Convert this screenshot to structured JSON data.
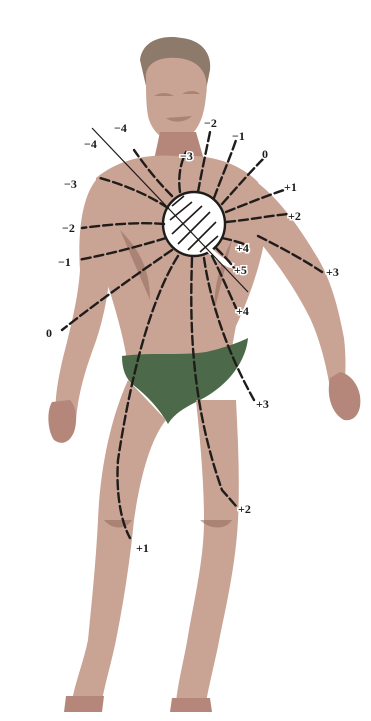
{
  "figure": {
    "labels": {
      "n4a": "−4",
      "n4b": "−4",
      "n2top": "−2",
      "n1top": "−1",
      "n3in": "−3",
      "zero_top": "0",
      "p1": "+1",
      "p2": "+2",
      "p4a": "+4",
      "p5": "+5",
      "p3arm": "+3",
      "n3left": "−3",
      "n2left": "−2",
      "n1left": "−1",
      "zero_left": "0",
      "p4b": "+4",
      "p3leg": "+3",
      "p2leg": "+2",
      "p1leg": "+1"
    }
  }
}
